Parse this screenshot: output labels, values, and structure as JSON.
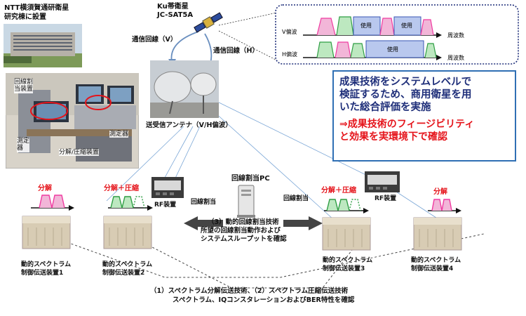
{
  "site": {
    "line1": "NTT横須賀通研衛星",
    "line2": "研究棟に設置"
  },
  "satellite": {
    "line1": "Ku帯衛星",
    "line2": "JC-SAT5A"
  },
  "links": {
    "v": "通信回線（V）",
    "h": "通信回線（H）"
  },
  "spectrum": {
    "v_label": "V偏波",
    "h_label": "H偏波",
    "used": "使用",
    "freq": "周波数"
  },
  "lab": {
    "allocator": "回線割\n当装置",
    "meter_left": "測定\n器",
    "meter_right": "測定器",
    "split": "分解/圧縮装置"
  },
  "antenna_label": "送受信アンテナ（V/H偏波）",
  "summary": {
    "line1": "成果技術をシステムレベルで",
    "line2": "検証するため、商用衛星を用",
    "line3": "いた総合評価を実施",
    "line4": "⇒成果技術のフィージビリティ",
    "line5": "と効果を実環境下で確認"
  },
  "pc_label": "回線割当PC",
  "alloc_left": "回線割当",
  "alloc_right": "回線割当",
  "rf_left": "RF装置",
  "rf_right": "RF装置",
  "tech3": {
    "line1": "（3）動的回線割当技術",
    "line2": "所望の回線割当動作および",
    "line3": "システムスループットを確認"
  },
  "tags": {
    "t1": "分解",
    "t2": "分解＋圧縮",
    "t3": "分解＋圧縮",
    "t4": "分解"
  },
  "devices": {
    "d1": {
      "line1": "動的スペクトラム",
      "line2": "制御伝送装置1"
    },
    "d2": {
      "line1": "動的スペクトラム",
      "line2": "制御伝送装置2"
    },
    "d3": {
      "line1": "動的スペクトラム",
      "line2": "制御伝送装置3"
    },
    "d4": {
      "line1": "動的スペクトラム",
      "line2": "制御伝送装置4"
    }
  },
  "bottom": {
    "line1": "（1）スペクトラム分解伝送技術、（2）スペクトラム圧縮伝送技術",
    "line2": "スペクトラム、IQコンスタレーションおよびBER特性を確認"
  },
  "colors": {
    "red": "#e5141b",
    "green": "#2f9e44",
    "pink": "#ef3aa0",
    "navy": "#1f2f7a",
    "blue_border": "#2f6fb4"
  }
}
